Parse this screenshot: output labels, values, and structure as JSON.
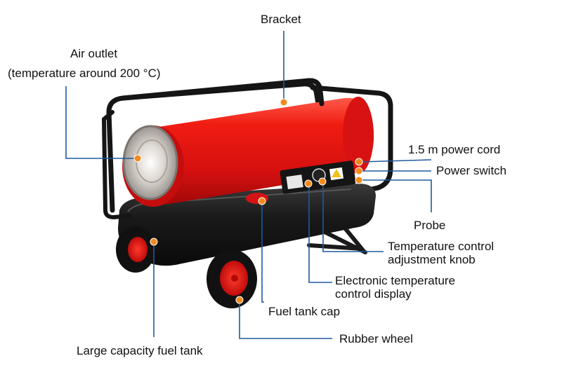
{
  "diagram": {
    "labels": {
      "bracket": "Bracket",
      "air_outlet_line1": "Air outlet",
      "air_outlet_line2": "(temperature around 200 °C)",
      "power_cord": "1.5 m power cord",
      "power_switch": "Power switch",
      "probe": "Probe",
      "temp_knob_line1": "Temperature control",
      "temp_knob_line2": "adjustment knob",
      "display_line1": "Electronic temperature",
      "display_line2": "control display",
      "fuel_cap": "Fuel tank cap",
      "rubber_wheel": "Rubber wheel",
      "fuel_tank": "Large capacity fuel tank"
    },
    "colors": {
      "leader_line": "#1f5a9e",
      "dot": "#f28a1c",
      "body_red": "#e01616",
      "frame_black": "#151515"
    }
  }
}
